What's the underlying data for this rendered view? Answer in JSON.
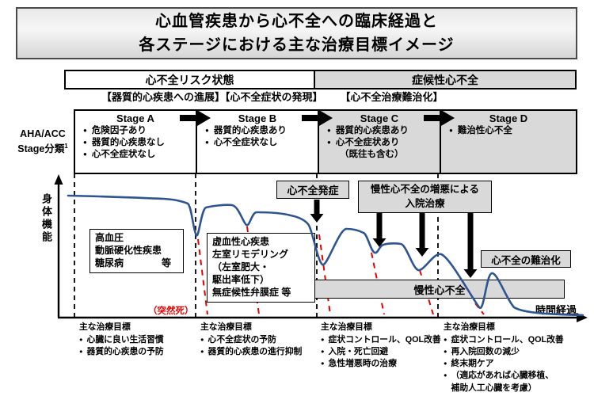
{
  "title": {
    "line1": "心血管疾患から心不全への臨床経過と",
    "line2": "各ステージにおける主な治療目標イメージ"
  },
  "phase_bar": {
    "risk": "心不全リスク状態",
    "symptomatic": "症候性心不全"
  },
  "transitions": {
    "t1": "【器質的心疾患への進展】",
    "t2": "【心不全症状の発現】",
    "t3": "【心不全治療難治化】"
  },
  "axes": {
    "classification_line1": "AHA/ACC",
    "classification_line2": "Stage分類",
    "classification_sup": "1",
    "y_label": "身体機能",
    "x_label": "時間経過"
  },
  "glyphs": {
    "bullet": "●"
  },
  "stages": {
    "a": {
      "name": "Stage A",
      "b1": "危険因子あり",
      "b2": "器質的心疾患なし",
      "b3": "心不全症状なし"
    },
    "b": {
      "name": "Stage B",
      "b1": "器質的心疾患あり",
      "b2": "心不全症状なし"
    },
    "c": {
      "name": "Stage C",
      "b1": "器質的心疾患あり",
      "b2": "心不全症状あり",
      "note": "（既往も含む）"
    },
    "d": {
      "name": "Stage D",
      "b1": "難治性心不全"
    }
  },
  "annotations": {
    "onset": "心不全発症",
    "hospitalization_line1": "慢性心不全の増悪による",
    "hospitalization_line2": "入院治療",
    "refractory": "心不全の難治化",
    "chronic": "慢性心不全",
    "sudden_death": "（突然死）"
  },
  "disease_boxes": {
    "risk_factors": {
      "l1": "高血圧",
      "l2": "動脈硬化性疾患",
      "l3": "糖尿病　　　　等"
    },
    "structural": {
      "l1": "虚血性心疾患",
      "l2": "左室リモデリング",
      "l3": "（左室肥大・",
      "l4": "駆出率低下）",
      "l5": "無症候性弁膜症 等"
    }
  },
  "goals": {
    "header": "主な治療目標",
    "a": {
      "i1": "心臓に良い生活習慣",
      "i2": "器質的心疾患の予防"
    },
    "b": {
      "i1": "心不全症状の予防",
      "i2": "器質的心疾患の進行抑制"
    },
    "c": {
      "i1": "症状コントロール、QOL改善",
      "i2": "入院・死亡回避",
      "i3": "急性増悪時の治療"
    },
    "d": {
      "i1": "症状コントロール、QOL改善",
      "i2": "再入院回数の減少",
      "i3": "終末期ケア",
      "i4": "（適応があれば心臓移植、\n補助人工心臓を考慮）"
    }
  },
  "colors": {
    "curve_blue": "#2e5491",
    "sudden_death_red": "#e60000",
    "panel_gray": "#d9d9d9"
  }
}
